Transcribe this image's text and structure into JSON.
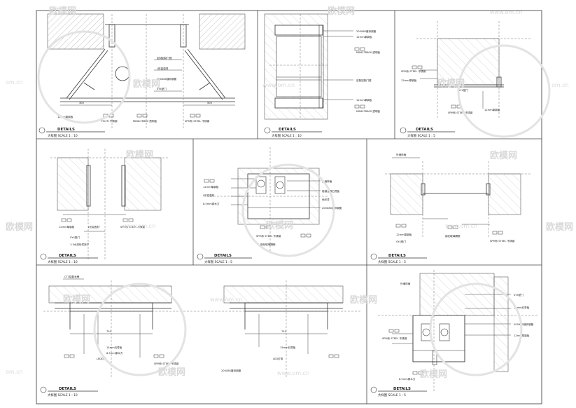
{
  "sheet": {
    "watermark_brand": "欧模网",
    "watermark_url": "www.om.cn",
    "watermark_short": "om.cn"
  },
  "details": [
    {
      "header": "DETAILS",
      "caption": "大样图 SCALE 1 : 10",
      "labels": [
        "12mm厚钢板",
        "定制铝制门框",
        "MIND-TR800 透明板",
        "FD-TR 不锈钢",
        "300",
        "500",
        "L形铝型材",
        "SY4型门",
        "SPM系 STEEL 不锈钢",
        "200X80镀锌钢管"
      ]
    },
    {
      "header": "DETAILS",
      "caption": "大样图 SCALE 1 : 10",
      "labels": [
        "200X80镀锌钢管",
        "12mm厚钢板",
        "MIND-TR800 透明板",
        "定制铝制门框",
        "12mm厚钢板",
        "MIND-TR800 透明板"
      ]
    },
    {
      "header": "DETAILS",
      "caption": "大样图 SCALE 1 : 5",
      "labels": [
        "SPM系 STEEL 不锈钢",
        "12mm厚钢板",
        "SY4型门",
        "SPM系 STEEL 不锈钢",
        "12mm厚钢板"
      ]
    },
    {
      "header": "DETAILS",
      "caption": "大样图 SCALE 1 : 10",
      "labels": [
        "12mm厚钢板",
        "L形铝型材",
        "SPM系 STEEL 不锈钢",
        "SY4型门",
        "1:3水泥砂浆找平"
      ]
    },
    {
      "header": "DETAILS",
      "caption": "大样图 SCALE 1 : 5",
      "labels": [
        "外墙饰面",
        "轻钢龙骨石膏板",
        "地坪漆",
        "12mm厚钢板",
        "L形铝型材",
        "200X80镀锌钢管",
        "8.5mm原木方",
        "SPM系 STEEL 不锈钢",
        "钢化玻璃隔断"
      ]
    },
    {
      "header": "DETAILS",
      "caption": "大样图 SCALE 1 : 5",
      "labels": [
        "外墙饰面",
        "12mm厚钢板",
        "SY4型门",
        "SPM系 STEEL 不锈钢",
        "钢化玻璃隔断"
      ]
    },
    {
      "header": "DETAILS",
      "caption": "大样图 SCALE 1 : 10",
      "labels": [
        "CT3铝制龙骨",
        "750",
        "750",
        "15mm石膏板",
        "LED灯带",
        "8.5mm原木方",
        "SPM系 STEEL 不锈钢",
        "200X80镀锌钢管",
        "15mm石膏板",
        "LED灯带"
      ]
    },
    {
      "header": "DETAILS",
      "caption": "大样图 SCALE 1 : 5",
      "labels": [
        "外墙饰面",
        "15mm石膏板",
        "200X80镀锌钢管",
        "SPM系 STEEL 不锈钢",
        "12mm厚钢板",
        "SY4型门",
        "8.5mm原木方"
      ]
    }
  ]
}
